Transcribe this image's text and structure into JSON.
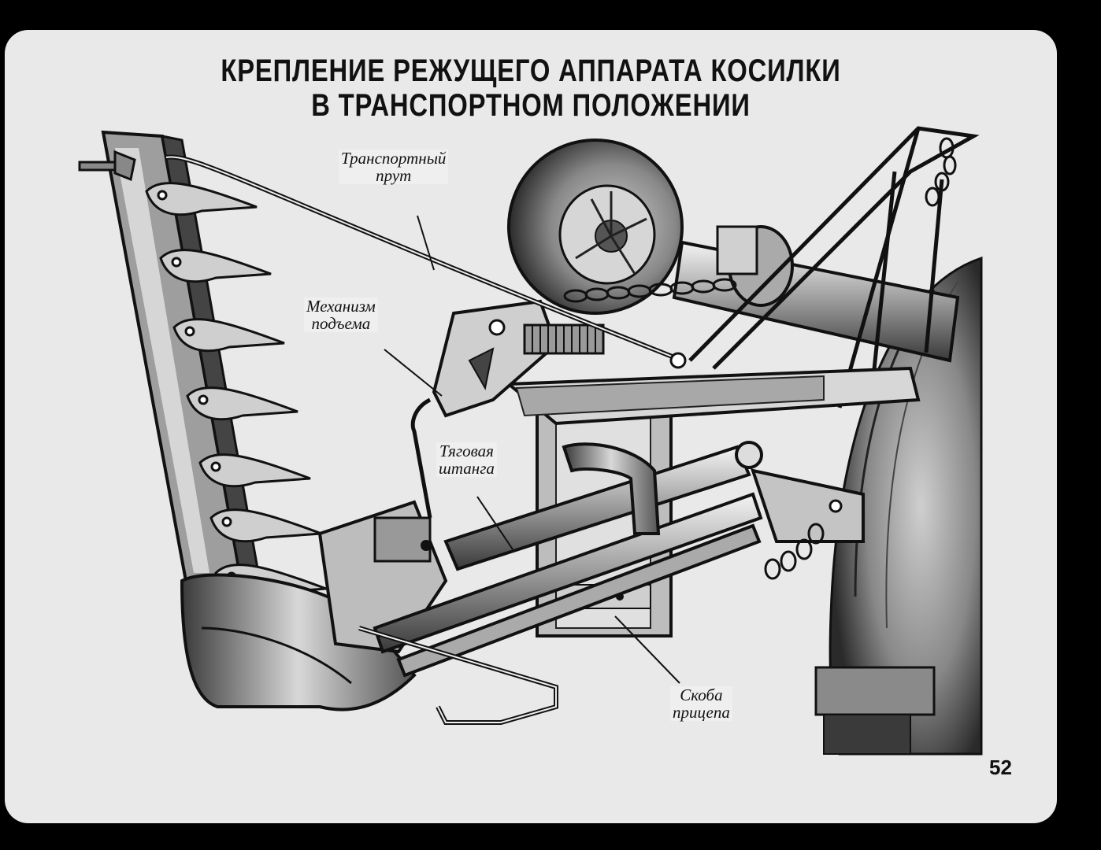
{
  "title": {
    "line1": "КРЕПЛЕНИЕ РЕЖУЩЕГО АППАРАТА КОСИЛКИ",
    "line2": "В ТРАНСПОРТНОМ ПОЛОЖЕНИИ"
  },
  "labels": {
    "transport_rod": {
      "line1": "Транспортный",
      "line2": "прут"
    },
    "lift_mechanism": {
      "line1": "Механизм",
      "line2": "подъема"
    },
    "draft_bar": {
      "line1": "Тяговая",
      "line2": "штанга"
    },
    "hitch_bracket": {
      "line1": "Скоба",
      "line2": "прицепа"
    }
  },
  "page_number": "52",
  "colors": {
    "background": "#000000",
    "slide": "#e9e9e9",
    "ink": "#111111"
  }
}
